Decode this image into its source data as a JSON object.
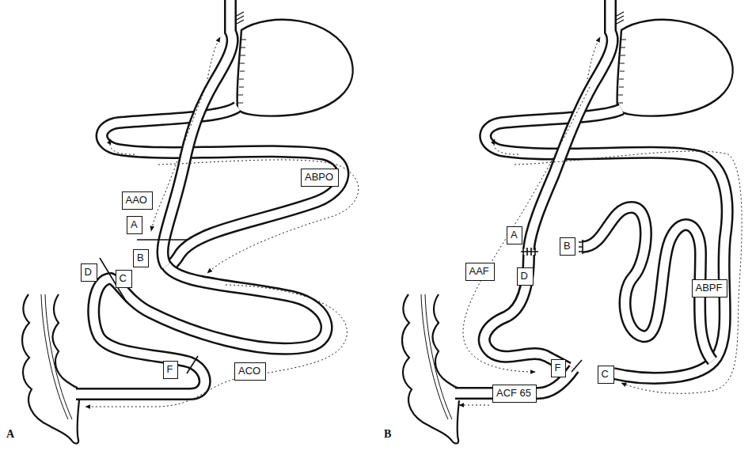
{
  "diagram": {
    "nodes": [
      {
        "text": [
          "ABPO"
        ]
      },
      {
        "text": [
          "AAO"
        ]
      },
      {
        "text": [
          "A"
        ]
      },
      {
        "text": [
          "B"
        ]
      },
      {
        "text": [
          "D"
        ]
      },
      {
        "text": [
          "C"
        ]
      },
      {
        "text": [
          "F"
        ]
      },
      {
        "text": [
          "ACO"
        ]
      },
      {
        "text": [
          "A"
        ]
      },
      {
        "text": [
          "B"
        ]
      },
      {
        "text": [
          "AAF"
        ]
      },
      {
        "text": [
          "D"
        ]
      },
      {
        "text": [
          "ABPF"
        ]
      },
      {
        "text": [
          "F"
        ]
      },
      {
        "text": [
          "C"
        ]
      },
      {
        "text": [
          "ACF 65"
        ]
      }
    ],
    "labels": [
      "A",
      "B"
    ]
  }
}
